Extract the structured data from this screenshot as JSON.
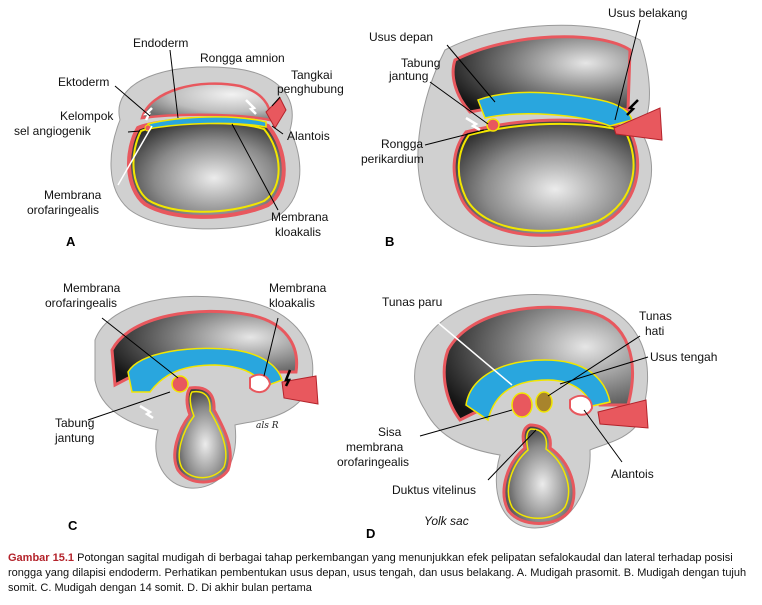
{
  "panels": {
    "a": {
      "letter": "A",
      "labels": {
        "endoderm": "Endoderm",
        "rongga_amnion": "Rongga amnion",
        "ektoderm": "Ektoderm",
        "tangkai_1": "Tangkai",
        "tangkai_2": "penghubung",
        "kelompok_1": "Kelompok",
        "kelompok_2": "sel angiogenik",
        "alantois": "Alantois",
        "membrana_oro_1": "Membrana",
        "membrana_oro_2": "orofaringealis",
        "membrana_klo_1": "Membrana",
        "membrana_klo_2": "kloakalis"
      }
    },
    "b": {
      "letter": "B",
      "labels": {
        "usus_depan": "Usus depan",
        "usus_belakang": "Usus belakang",
        "tabung_1": "Tabung",
        "tabung_2": "jantung",
        "rongga_1": "Rongga",
        "rongga_2": "perikardium"
      }
    },
    "c": {
      "letter": "C",
      "labels": {
        "membrana_oro_1": "Membrana",
        "membrana_oro_2": "orofaringealis",
        "membrana_klo_1": "Membrana",
        "membrana_klo_2": "kloakalis",
        "tabung_1": "Tabung",
        "tabung_2": "jantung",
        "signature": "als R"
      }
    },
    "d": {
      "letter": "D",
      "labels": {
        "tunas_paru": "Tunas paru",
        "tunas_hati_1": "Tunas",
        "tunas_hati_2": "hati",
        "usus_tengah": "Usus tengah",
        "sisa_1": "Sisa",
        "sisa_2": "membrana",
        "sisa_3": "orofaringealis",
        "alantois": "Alantois",
        "duktus": "Duktus vitelinus",
        "yolk": "Yolk sac"
      }
    }
  },
  "caption": {
    "head": "Gambar 15.1",
    "body": " Potongan sagital mudigah di berbagai tahap perkembangan yang menunjukkan efek pelipatan sefalokaudal dan lateral terhadap posisi rongga yang dilapisi endoderm. Perhatikan pembentukan usus depan, usus tengah, dan usus belakang. A. Mudigah prasomit. B. Mudigah dengan tujuh somit. C. Mudigah dengan 14 somit. D. Di akhir bulan pertama"
  },
  "colors": {
    "ectoderm": "#e8585e",
    "endoderm_line": "#f2e600",
    "endoderm_fill": "#29a6de",
    "amnion_grey": "#c9c9c9",
    "caption_head": "#b4232b"
  }
}
